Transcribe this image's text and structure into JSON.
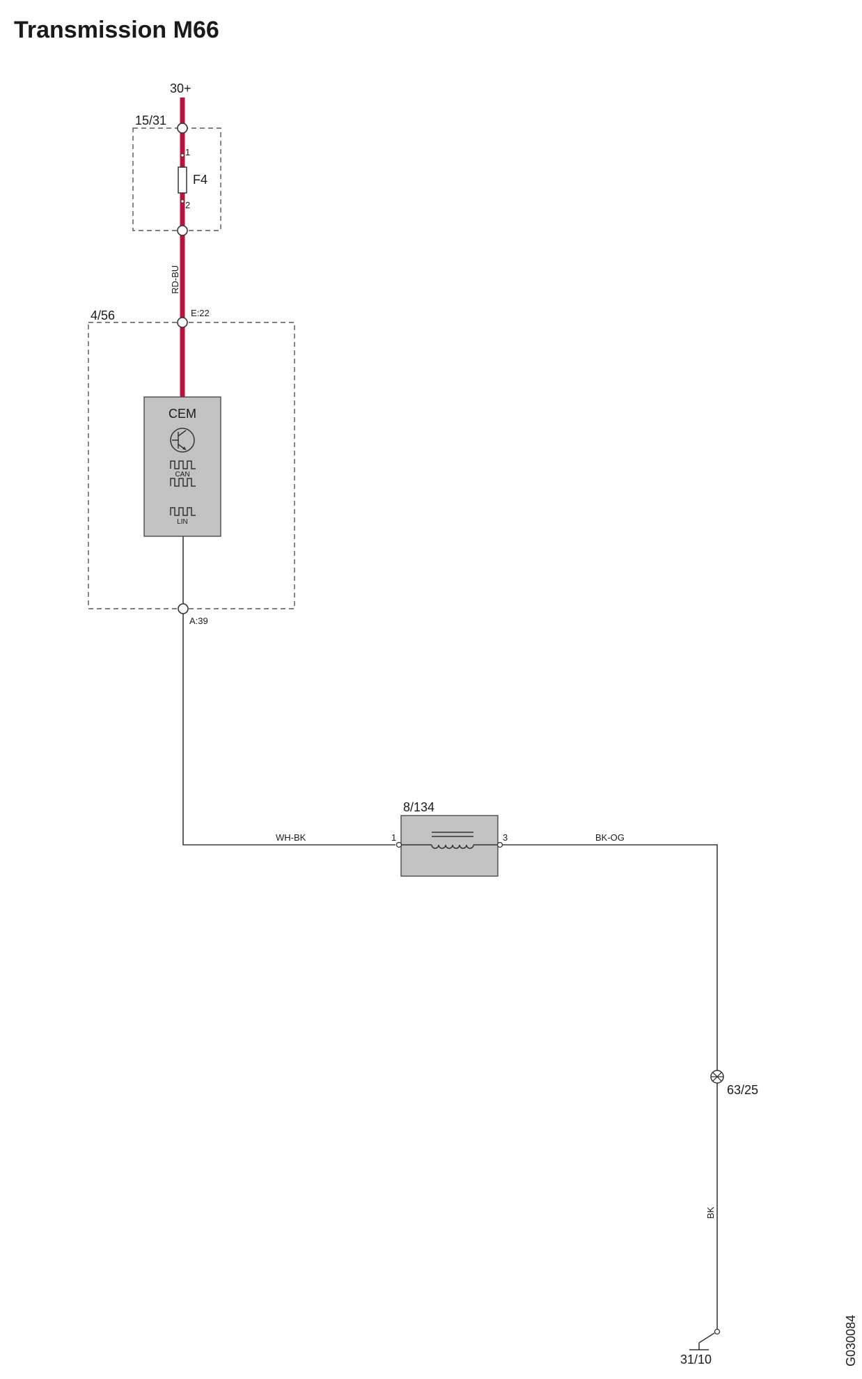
{
  "title": "Transmission M66",
  "supply": {
    "label": "30+"
  },
  "fuse_box": {
    "id": "15/31",
    "fuse": "F4",
    "pin_in": "1",
    "pin_out": "2"
  },
  "wire1": {
    "color_code": "RD-BU",
    "color": "#b5163f"
  },
  "module_box": {
    "id": "4/56",
    "pin_in": "E:22",
    "pin_out": "A:39"
  },
  "cem": {
    "name": "CEM",
    "bus1": "CAN",
    "bus2": "LIN"
  },
  "wire2": {
    "color_code": "WH-BK"
  },
  "component": {
    "id": "8/134",
    "pin_left": "1",
    "pin_right": "3"
  },
  "wire3": {
    "color_code": "BK-OG"
  },
  "splice": {
    "id": "63/25"
  },
  "wire4": {
    "color_code": "BK"
  },
  "ground": {
    "id": "31/10"
  },
  "drawing_code": "G030084"
}
